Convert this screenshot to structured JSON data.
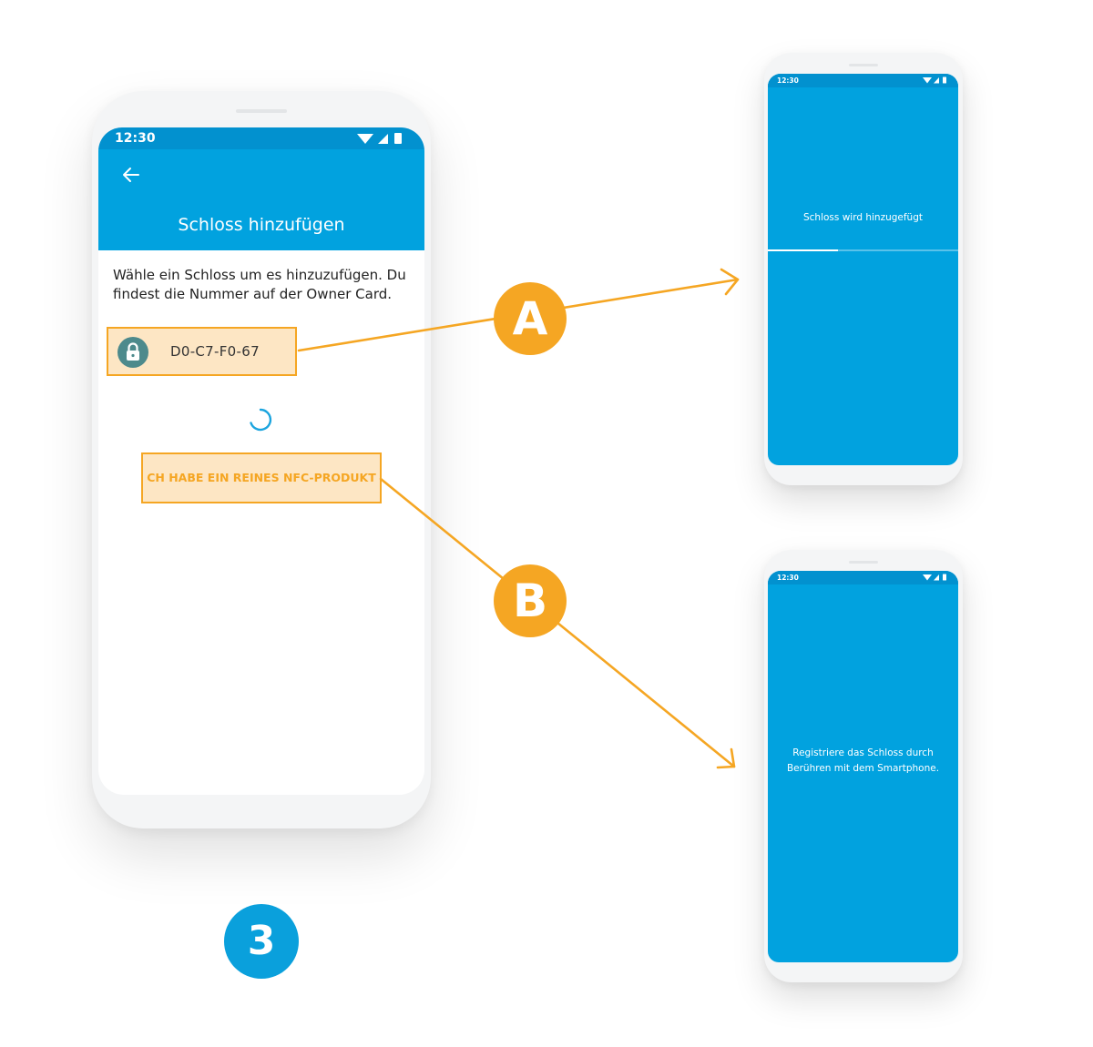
{
  "main_screen": {
    "status_time": "12:30",
    "back_icon": "arrow-back-icon",
    "title": "Schloss hinzufügen",
    "instruction": "Wähle ein Schloss um es hinzuzufügen. Du findest die Nummer auf der Owner Card.",
    "lock_icon": "padlock-icon",
    "lock_id": "D0-C7-F0-67",
    "loading": true,
    "nfc_button_label": "CH HABE EIN REINES NFC-PRODUKT"
  },
  "screen_a": {
    "status_time": "12:30",
    "message": "Schloss wird hinzugefügt",
    "progress": 0.37
  },
  "screen_b": {
    "status_time": "12:30",
    "message_line1": "Registriere das Schloss durch",
    "message_line2": "Berühren mit dem Smartphone."
  },
  "annotations": {
    "marker_a": "A",
    "marker_b": "B",
    "step_number": "3"
  },
  "colors": {
    "app_blue": "#01a2df",
    "status_blue": "#0291cf",
    "highlight_orange": "#f5a623",
    "highlight_fill": "#fde6c4",
    "lock_badge": "#4d8a8c",
    "step_badge": "#0aa0dc"
  }
}
